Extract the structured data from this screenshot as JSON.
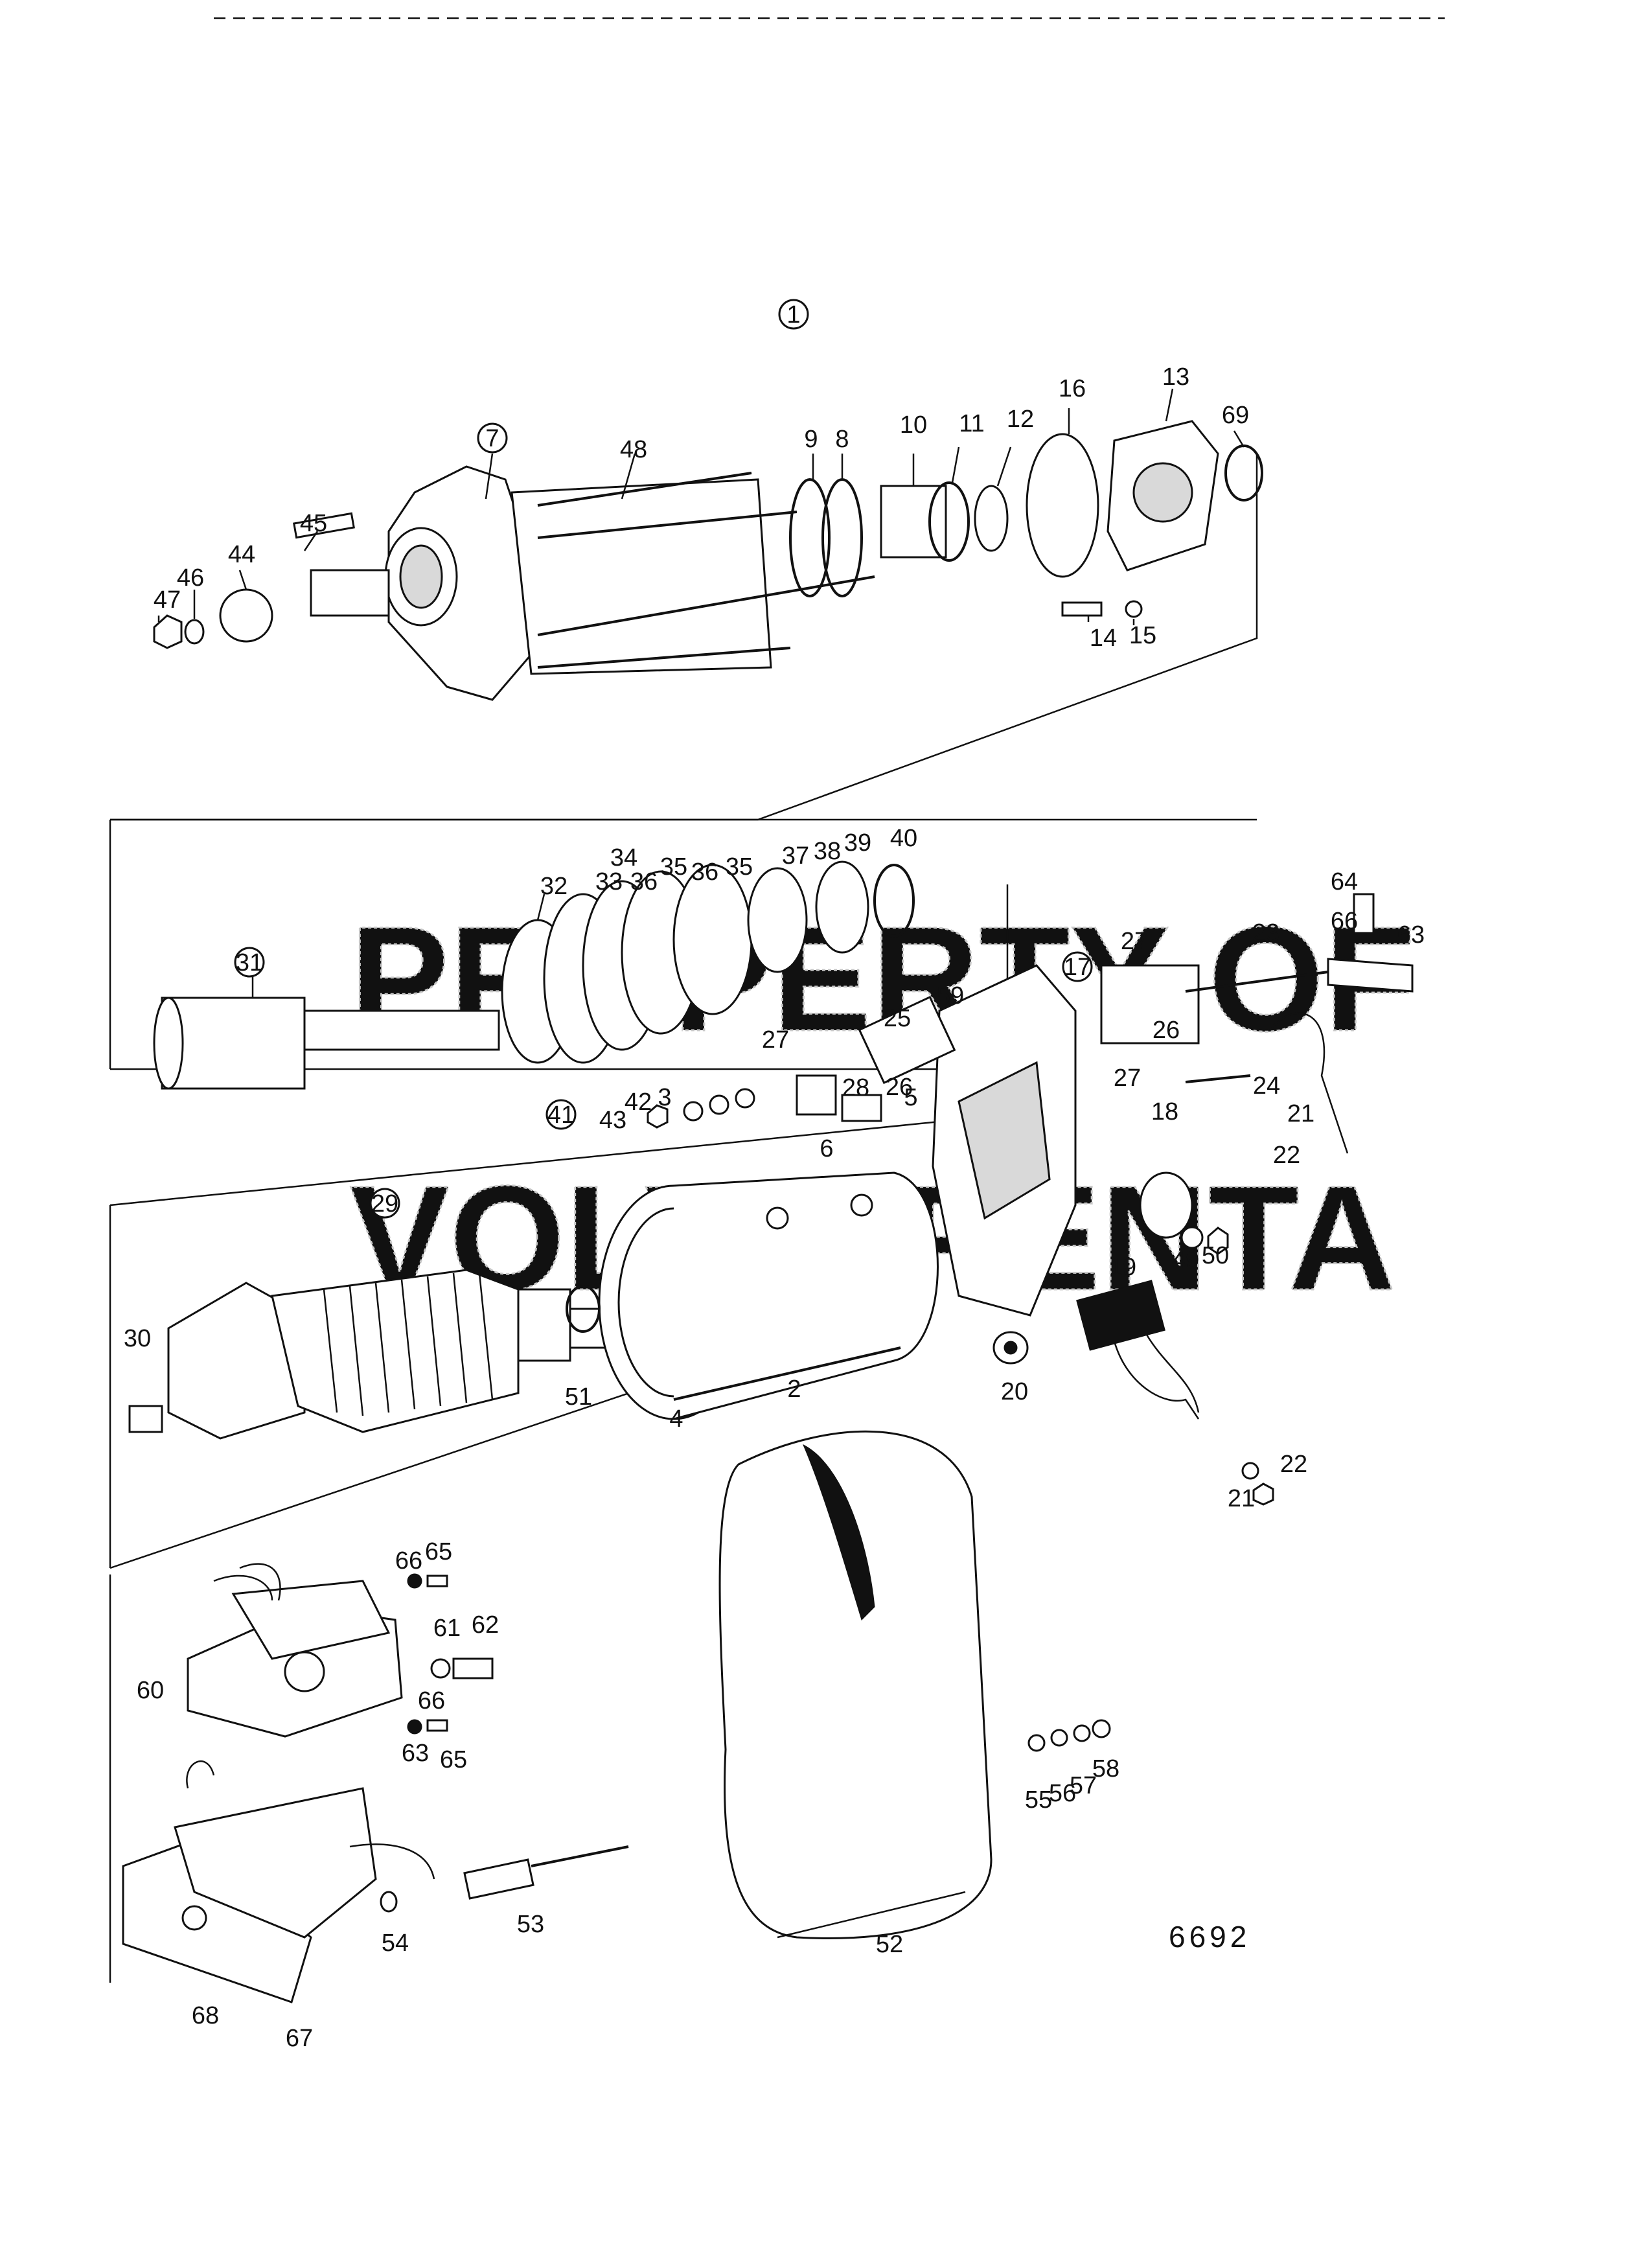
{
  "assembly_number": "1",
  "drawing_code": "6692",
  "watermark": [
    "PROPERTY OF",
    "VOLVO PENTA"
  ],
  "colors": {
    "ink": "#111111",
    "paper": "#ffffff",
    "watermark": "#c8c8c8"
  },
  "callouts": [
    {
      "label": "7",
      "circled": true
    },
    {
      "label": "48"
    },
    {
      "label": "45"
    },
    {
      "label": "44"
    },
    {
      "label": "46"
    },
    {
      "label": "47"
    },
    {
      "label": "9"
    },
    {
      "label": "8"
    },
    {
      "label": "10"
    },
    {
      "label": "11"
    },
    {
      "label": "12"
    },
    {
      "label": "16"
    },
    {
      "label": "13"
    },
    {
      "label": "69"
    },
    {
      "label": "14"
    },
    {
      "label": "15"
    },
    {
      "label": "34"
    },
    {
      "label": "33"
    },
    {
      "label": "36"
    },
    {
      "label": "35"
    },
    {
      "label": "36"
    },
    {
      "label": "35"
    },
    {
      "label": "37"
    },
    {
      "label": "38"
    },
    {
      "label": "39"
    },
    {
      "label": "40"
    },
    {
      "label": "32"
    },
    {
      "label": "31",
      "circled": true
    },
    {
      "label": "27"
    },
    {
      "label": "25"
    },
    {
      "label": "59"
    },
    {
      "label": "17",
      "circled": true
    },
    {
      "label": "27"
    },
    {
      "label": "23"
    },
    {
      "label": "64"
    },
    {
      "label": "66"
    },
    {
      "label": "63"
    },
    {
      "label": "26"
    },
    {
      "label": "27"
    },
    {
      "label": "28"
    },
    {
      "label": "26"
    },
    {
      "label": "24"
    },
    {
      "label": "21"
    },
    {
      "label": "22"
    },
    {
      "label": "18"
    },
    {
      "label": "42"
    },
    {
      "label": "3"
    },
    {
      "label": "43"
    },
    {
      "label": "41",
      "circled": true
    },
    {
      "label": "5"
    },
    {
      "label": "6"
    },
    {
      "label": "29",
      "circled": true
    },
    {
      "label": "49"
    },
    {
      "label": "50"
    },
    {
      "label": "19"
    },
    {
      "label": "30"
    },
    {
      "label": "51"
    },
    {
      "label": "2"
    },
    {
      "label": "4"
    },
    {
      "label": "20"
    },
    {
      "label": "22"
    },
    {
      "label": "21"
    },
    {
      "label": "66"
    },
    {
      "label": "65"
    },
    {
      "label": "61"
    },
    {
      "label": "62"
    },
    {
      "label": "60"
    },
    {
      "label": "66"
    },
    {
      "label": "63"
    },
    {
      "label": "65"
    },
    {
      "label": "55"
    },
    {
      "label": "56"
    },
    {
      "label": "57"
    },
    {
      "label": "58"
    },
    {
      "label": "53"
    },
    {
      "label": "54"
    },
    {
      "label": "52"
    },
    {
      "label": "68"
    },
    {
      "label": "67"
    }
  ]
}
